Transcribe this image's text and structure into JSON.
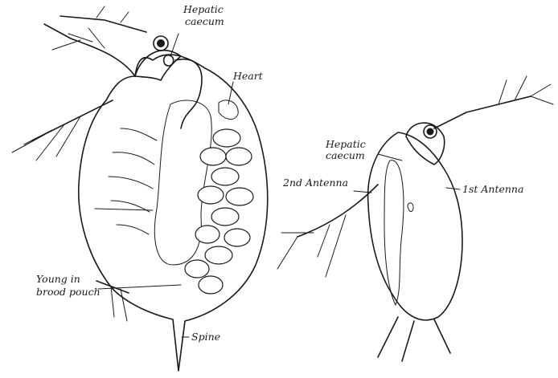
{
  "labels": {
    "left": {
      "hepatic_caecum_line1": "Hepatic",
      "hepatic_caecum_line2": "caecum",
      "heart": "Heart",
      "young_line1": "Young in",
      "young_line2": "brood pouch",
      "spine": "Spine"
    },
    "right": {
      "hepatic_caecum_line1": "Hepatic",
      "hepatic_caecum_line2": "caecum",
      "second_antenna": "2nd Antenna",
      "first_antenna": "1st Antenna"
    }
  },
  "colors": {
    "ink": "#1a1a1a",
    "paper": "#ffffff"
  }
}
